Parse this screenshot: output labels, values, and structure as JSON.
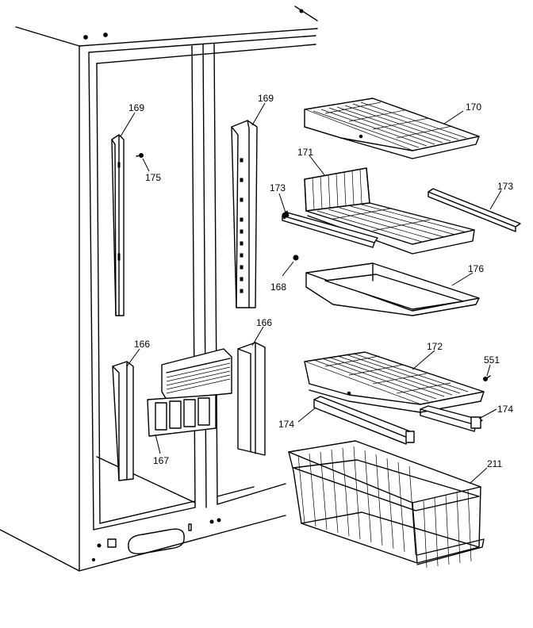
{
  "callouts": [
    {
      "id": "c-169-left",
      "text": "169"
    },
    {
      "id": "c-175",
      "text": "175"
    },
    {
      "id": "c-169-right",
      "text": "169"
    },
    {
      "id": "c-170",
      "text": "170"
    },
    {
      "id": "c-171",
      "text": "171"
    },
    {
      "id": "c-173-left",
      "text": "173"
    },
    {
      "id": "c-173-right",
      "text": "173"
    },
    {
      "id": "c-168",
      "text": "168"
    },
    {
      "id": "c-176",
      "text": "176"
    },
    {
      "id": "c-166-left",
      "text": "166"
    },
    {
      "id": "c-166-right",
      "text": "166"
    },
    {
      "id": "c-167",
      "text": "167"
    },
    {
      "id": "c-172",
      "text": "172"
    },
    {
      "id": "c-551",
      "text": "551"
    },
    {
      "id": "c-174-left",
      "text": "174"
    },
    {
      "id": "c-174-right",
      "text": "174"
    },
    {
      "id": "c-211",
      "text": "211"
    }
  ]
}
